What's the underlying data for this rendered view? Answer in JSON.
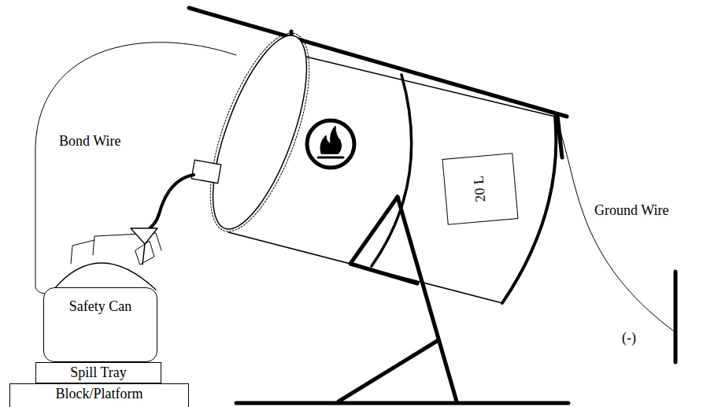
{
  "diagram": {
    "nodes": [
      {
        "text": [
          "Safety Can"
        ]
      },
      {
        "text": [
          "Spill Tray"
        ]
      },
      {
        "text": [
          "Block/Platform"
        ]
      },
      {
        "text": [
          "20 L"
        ]
      }
    ],
    "labels": [
      "Bond Wire",
      "Ground Wire",
      "(-)"
    ]
  }
}
